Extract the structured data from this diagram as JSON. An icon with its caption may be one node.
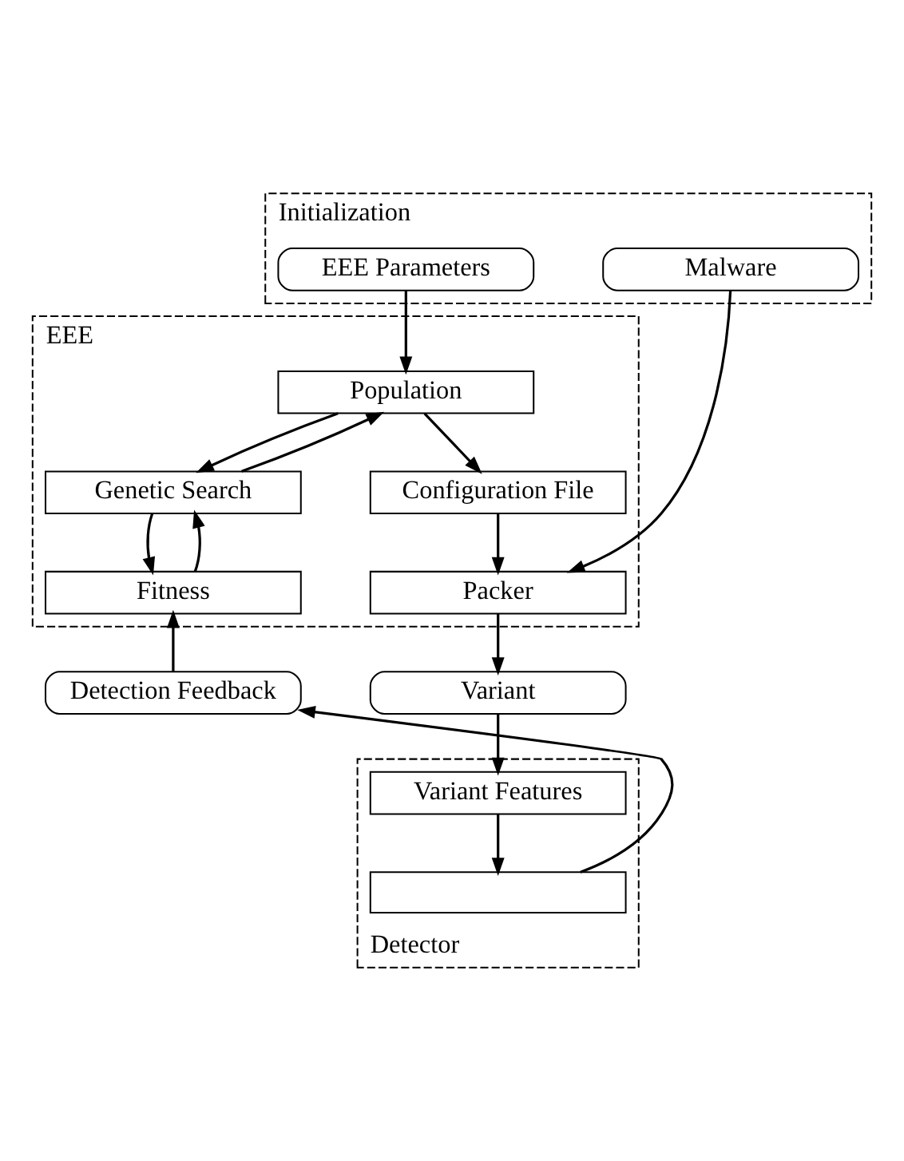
{
  "diagram": {
    "nodes": [
      {
        "text": [
          "Initialization"
        ]
      },
      {
        "text": [
          "Malware"
        ],
        "in": 0
      },
      {
        "text": [
          "EEE Parameters"
        ],
        "in": 0
      },
      {
        "text": [
          "EEE"
        ]
      },
      {
        "text": [
          "Population"
        ],
        "in": 3
      },
      {
        "text": [
          "Configuration File"
        ],
        "in": 3
      },
      {
        "text": [
          "Genetic Search"
        ],
        "in": 3
      },
      {
        "text": [
          "Packer"
        ],
        "in": 3
      },
      {
        "text": [
          "Fitness"
        ],
        "in": 3
      },
      {
        "text": [
          "Variant"
        ]
      },
      {
        "text": [
          "Detection Feedback"
        ]
      },
      {
        "text": [
          "Detector"
        ]
      },
      {
        "text": [
          "Variant Features"
        ],
        "in": 11
      },
      {
        "text": [],
        "shape": "box",
        "in": 11
      }
    ],
    "edges": [
      {
        "from": 1,
        "to": 7,
        "arrow": "to"
      },
      {
        "from": 2,
        "to": 4,
        "arrow": "to"
      },
      {
        "from": 4,
        "to": 5,
        "arrow": "to"
      },
      {
        "from": 4,
        "to": 6,
        "arrow": "to"
      },
      {
        "from": 6,
        "to": 4,
        "arrow": "to"
      },
      {
        "from": 6,
        "to": 8,
        "arrow": "to"
      },
      {
        "from": 8,
        "to": 6,
        "arrow": "to"
      },
      {
        "from": 5,
        "to": 7,
        "arrow": "to"
      },
      {
        "from": 7,
        "to": 9,
        "arrow": "to"
      },
      {
        "from": 9,
        "to": 12,
        "arrow": "to"
      },
      {
        "from": 12,
        "to": 13,
        "arrow": "to"
      },
      {
        "from": 13,
        "to": 10,
        "arrow": "to"
      },
      {
        "from": 10,
        "to": 8,
        "arrow": "to"
      }
    ]
  }
}
